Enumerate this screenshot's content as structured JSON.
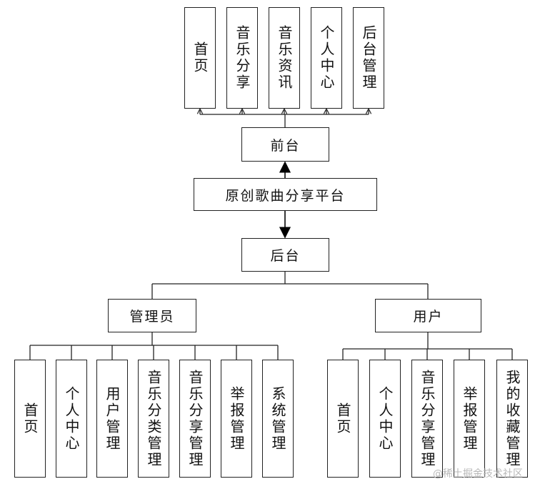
{
  "root": "原创歌曲分享平台",
  "frontend": {
    "label": "前台",
    "modules": [
      "首页",
      "音乐分享",
      "音乐资讯",
      "个人中心",
      "后台管理"
    ]
  },
  "backend": {
    "label": "后台",
    "admin": {
      "label": "管理员",
      "modules": [
        "首页",
        "个人中心",
        "用户管理",
        "音乐分类管理",
        "音乐分享管理",
        "举报管理",
        "系统管理"
      ]
    },
    "user": {
      "label": "用户",
      "modules": [
        "首页",
        "个人中心",
        "音乐分享管理",
        "举报管理",
        "我的收藏管理"
      ]
    }
  },
  "watermark": "@稀土掘金技术社区"
}
